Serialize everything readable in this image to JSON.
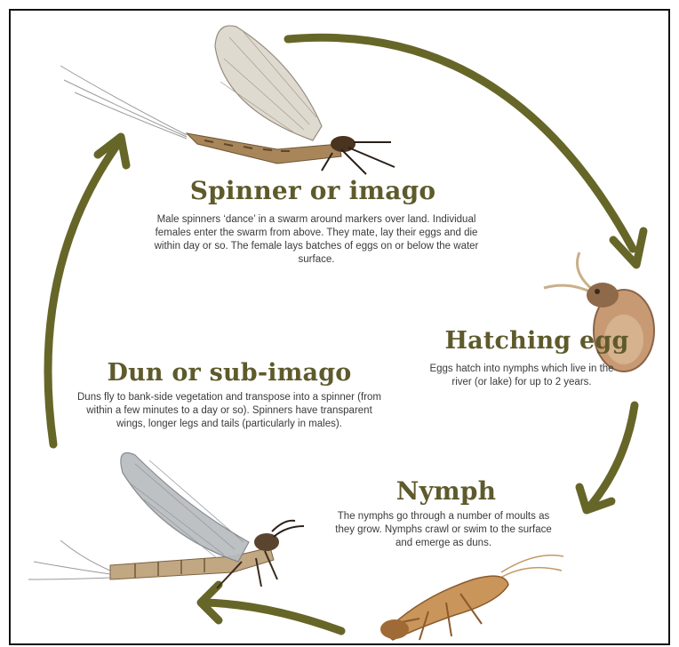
{
  "colors": {
    "arrow": "#666628",
    "heading": "#5e5a2c",
    "body_text": "#3a3a3a",
    "border": "#111111"
  },
  "stages": {
    "spinner": {
      "title": "Spinner or imago",
      "description": "Male spinners ‘dance’ in a swarm around markers over land. Individual females enter the swarm from above. They mate, lay their eggs and die within day or so. The female lays batches of eggs on or below the water surface.",
      "image": "mayfly-spinner-icon"
    },
    "egg": {
      "title": "Hatching egg",
      "description": "Eggs hatch into nymphs which live in the river (or lake) for up to 2 years.",
      "image": "hatching-egg-icon"
    },
    "nymph": {
      "title": "Nymph",
      "description": "The nymphs go through a number of moults as they grow. Nymphs crawl or swim to the surface and emerge as duns.",
      "image": "nymph-icon"
    },
    "dun": {
      "title": "Dun or sub-imago",
      "description": "Duns fly to bank-side vegetation and transpose into a spinner (from within a few minutes to a day or so). Spinners have transparent wings, longer legs and tails (particularly in males).",
      "image": "mayfly-dun-icon"
    }
  }
}
